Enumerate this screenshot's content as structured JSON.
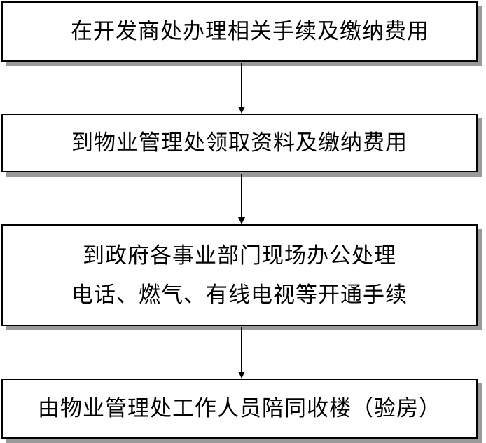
{
  "flowchart": {
    "steps": [
      {
        "lines": [
          "在开发商处办理相关手续及缴纳费用"
        ]
      },
      {
        "lines": [
          "到物业管理处领取资料及缴纳费用"
        ]
      },
      {
        "lines": [
          "到政府各事业部门现场办公处理",
          "电话、燃气、有线电视等开通手续"
        ]
      },
      {
        "lines": [
          "由物业管理处工作人员陪同收楼（验房）"
        ]
      }
    ]
  }
}
